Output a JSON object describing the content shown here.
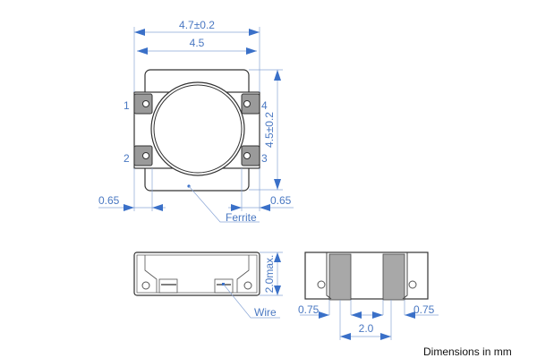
{
  "top_view": {
    "width_dim": "4.7±0.2",
    "inner_width_dim": "4.5",
    "height_dim": "4.5±0.2",
    "left_offset_dim": "0.65",
    "right_offset_dim": "0.65",
    "pins": [
      "1",
      "2",
      "3",
      "4"
    ],
    "ferrite_label": "Ferrite"
  },
  "side_view": {
    "height_dim": "2.0max.",
    "wire_label": "Wire"
  },
  "end_view": {
    "left_dim": "0.75",
    "right_dim": "0.75",
    "center_dim": "2.0"
  },
  "footer": "Dimensions in mm",
  "colors": {
    "dimension": "#4a78c2",
    "terminal": "#9a9a9a",
    "outline": "#333333"
  }
}
